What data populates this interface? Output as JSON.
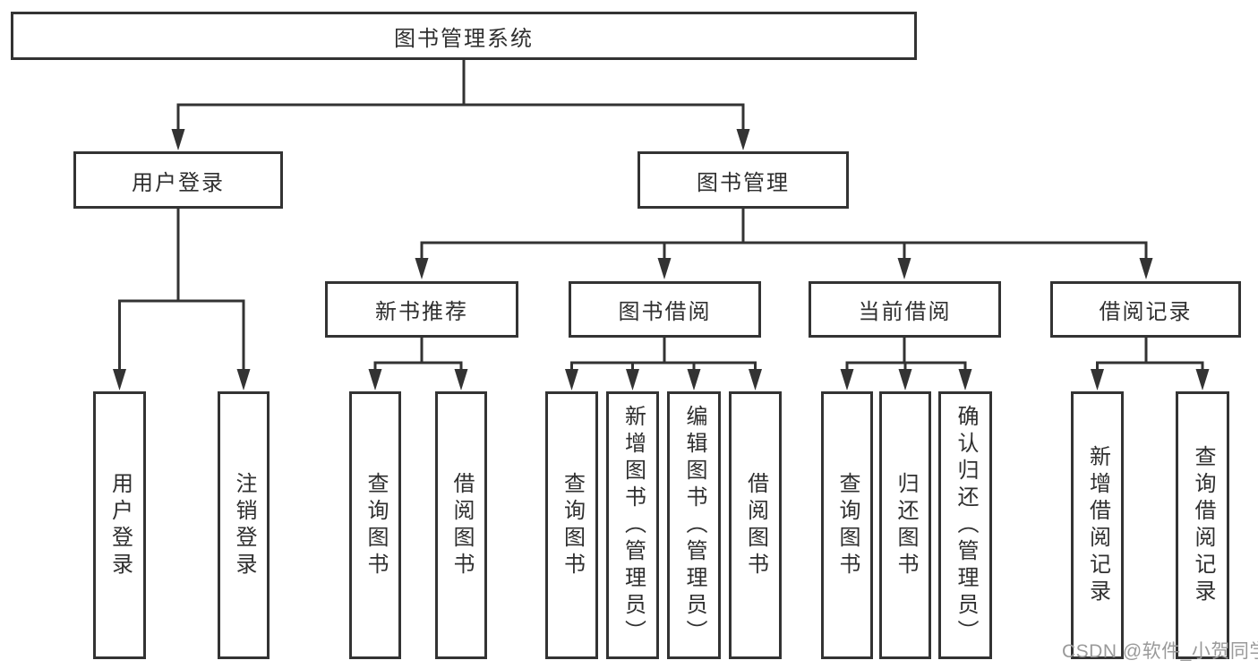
{
  "tree": {
    "label": "图书管理系统",
    "children": [
      {
        "label": "用户登录",
        "children": [
          {
            "label": "用户登录"
          },
          {
            "label": "注销登录"
          }
        ]
      },
      {
        "label": "图书管理",
        "children": [
          {
            "label": "新书推荐",
            "children": [
              {
                "label": "查询图书"
              },
              {
                "label": "借阅图书"
              }
            ]
          },
          {
            "label": "图书借阅",
            "children": [
              {
                "label": "查询图书"
              },
              {
                "label": "新增图书（管理员）"
              },
              {
                "label": "编辑图书（管理员）"
              },
              {
                "label": "借阅图书"
              }
            ]
          },
          {
            "label": "当前借阅",
            "children": [
              {
                "label": "查询图书"
              },
              {
                "label": "归还图书"
              },
              {
                "label": "确认归还（管理员）"
              }
            ]
          },
          {
            "label": "借阅记录",
            "children": [
              {
                "label": "新增借阅记录"
              },
              {
                "label": "查询借阅记录"
              }
            ]
          }
        ]
      }
    ]
  },
  "watermark": {
    "text": "CSDN @软件_小贺同学"
  },
  "colors": {
    "line": "#333333",
    "text": "#2f2f2f",
    "watermark": "#9a9a9a",
    "background": "#ffffff"
  }
}
